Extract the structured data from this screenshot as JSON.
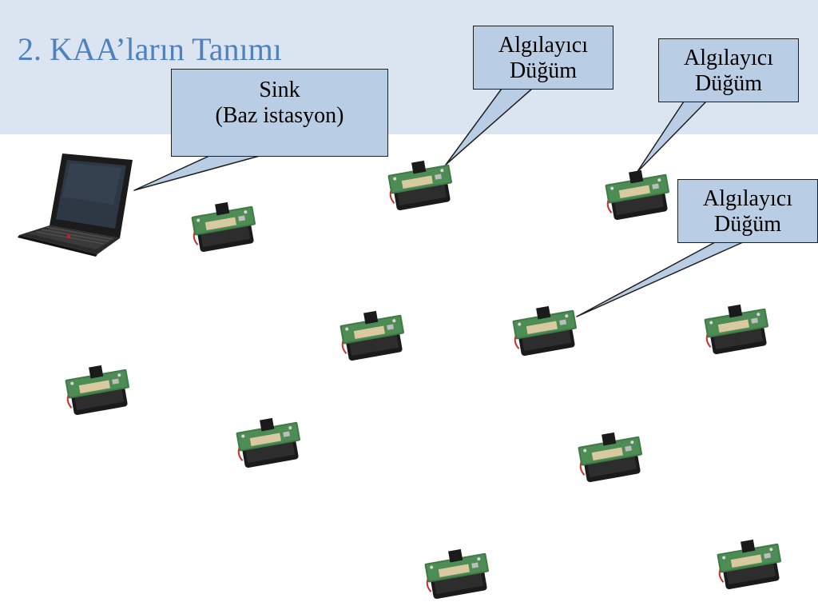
{
  "slide": {
    "title": "2. KAA’ların Tanımı"
  },
  "callouts": {
    "sink": {
      "line1": "Sink",
      "line2": "(Baz istasyon)"
    },
    "sensor_1": {
      "line1": "Algılayıcı",
      "line2": "Düğüm"
    },
    "sensor_2": {
      "line1": "Algılayıcı",
      "line2": "Düğüm"
    },
    "sensor_3": {
      "line1": "Algılayıcı",
      "line2": "Düğüm"
    }
  },
  "colors": {
    "header_band": "#dbe5f1",
    "title": "#4f81bd",
    "callout_fill": "#b9cde5",
    "callout_border": "#1f1f1f"
  }
}
